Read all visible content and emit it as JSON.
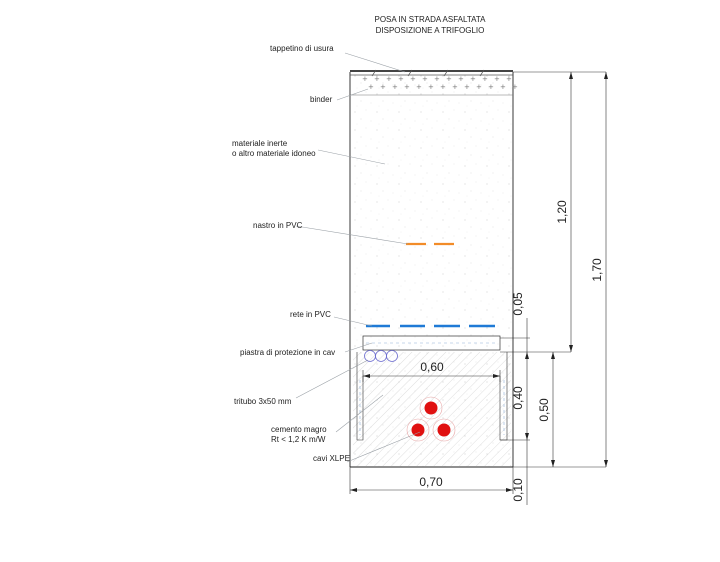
{
  "title": {
    "line1": "POSA IN STRADA ASFALTATA",
    "line2": "DISPOSIZIONE A TRIFOGLIO"
  },
  "labels": {
    "tappetino": "tappetino di usura",
    "binder": "binder",
    "inerte_1": "materiale inerte",
    "inerte_2": "o altro materiale idoneo",
    "nastro": "nastro in PVC",
    "rete": "rete in PVC",
    "piastra": "piastra di protezione in cav",
    "tritubo": "tritubo 3x50 mm",
    "cemento_1": "cemento magro",
    "cemento_2": "Rt < 1,2 K m/W",
    "cavi": "cavi XLPE"
  },
  "dimensions": {
    "width_top": "0,60",
    "width_bottom": "0,70",
    "d005": "0,05",
    "d040": "0,40",
    "d050": "0,50",
    "d010": "0,10",
    "d120": "1,20",
    "d170": "1,70"
  },
  "colors": {
    "nastro": "#f28c28",
    "rete": "#1f7ad6",
    "cable": "#e01010",
    "tritubo": "#6e6ed0"
  }
}
